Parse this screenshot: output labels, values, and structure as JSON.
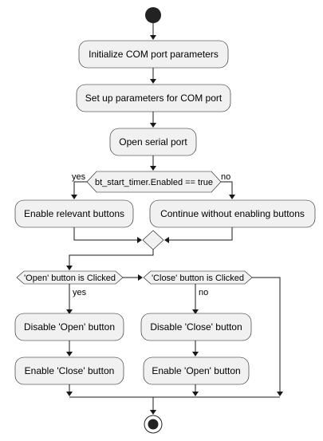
{
  "nodes": {
    "init": "Initialize COM port parameters",
    "setup": "Set up parameters for COM port",
    "open_port": "Open serial port",
    "cond_timer": "bt_start_timer.Enabled == true",
    "enable_buttons": "Enable relevant buttons",
    "continue_without": "Continue without enabling buttons",
    "cond_open_clicked": "'Open' button is Clicked",
    "cond_close_clicked": "'Close' button is Clicked",
    "disable_open": "Disable 'Open' button",
    "enable_close": "Enable 'Close' button",
    "disable_close": "Disable 'Close' button",
    "enable_open": "Enable 'Open' button"
  },
  "edge_labels": {
    "timer_yes": "yes",
    "timer_no": "no",
    "open_yes": "yes",
    "close_no": "no"
  },
  "colors": {
    "node_fill": "#f1f1f1",
    "stroke": "#181818",
    "start_end": "#222222"
  }
}
